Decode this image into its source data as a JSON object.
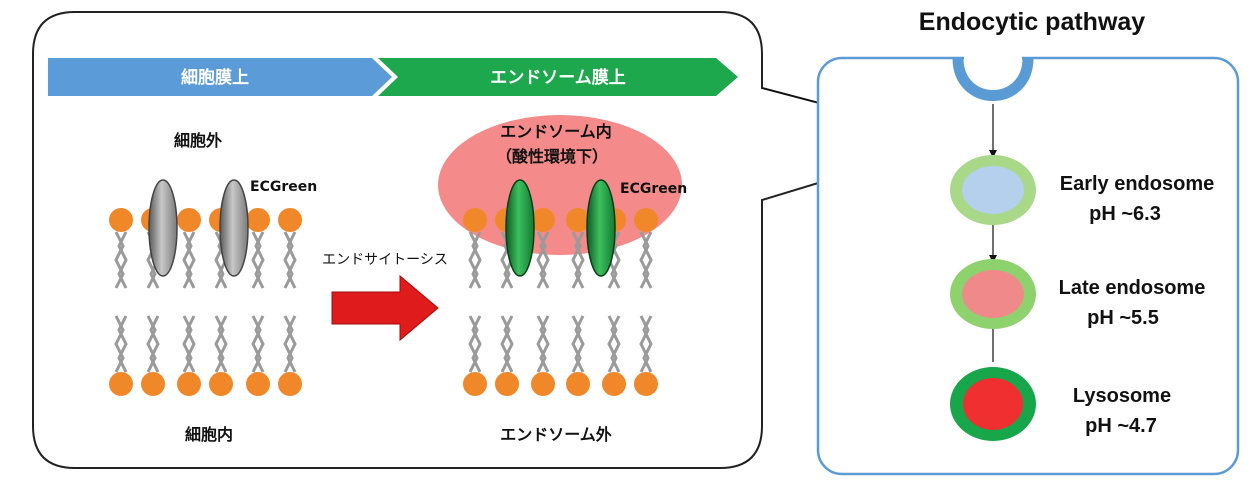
{
  "title": "Endocytic pathway",
  "stages": {
    "plasma_membrane": "細胞膜上",
    "endosome_membrane": "エンドソーム膜上"
  },
  "left_panel": {
    "outside_label": "細胞外",
    "inside_label": "細胞内",
    "probe_label": "ECGreen"
  },
  "middle": {
    "process_label": "エンドサイトーシス"
  },
  "right_panel": {
    "lumen_line1": "エンドソーム内",
    "lumen_line2": "（酸性環境下）",
    "probe_label": "ECGreen",
    "outside_label": "エンドソーム外"
  },
  "pathway": [
    {
      "name": "Early endosome",
      "ph": "pH ~6.3",
      "outer_color": "#a8d888",
      "inner_color": "#b4d0ec"
    },
    {
      "name": "Late endosome",
      "ph": "pH ~5.5",
      "outer_color": "#8ed26e",
      "inner_color": "#f08a8a"
    },
    {
      "name": "Lysosome",
      "ph": "pH ~4.7",
      "outer_color": "#17a64a",
      "inner_color": "#f03030"
    }
  ],
  "colors": {
    "plasma_membrane_arrow": "#5a9bd8",
    "endosome_arrow": "#1ea84e",
    "lipid_head": "#f0882a",
    "probe_gray": "#9a9a9a",
    "probe_green": "#1d9b3e",
    "acid_zone": "#f48a8a",
    "endocytosis_arrow": "#e01b1b",
    "pathway_border": "#5b9bd5"
  },
  "icons": {
    "probe": "ellipse-probe-icon",
    "lipid": "phospholipid-icon",
    "process_arrow": "block-arrow-right-icon"
  }
}
